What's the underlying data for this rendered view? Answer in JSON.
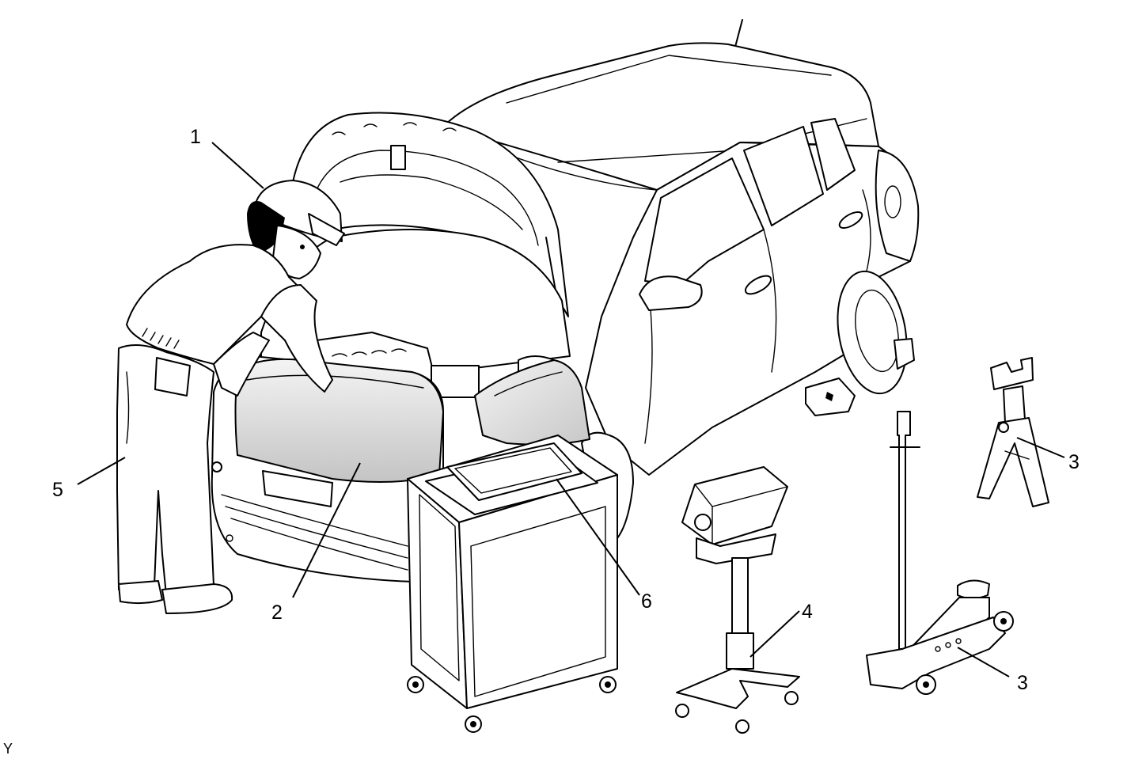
{
  "callouts": [
    {
      "id": "1",
      "label": "1"
    },
    {
      "id": "2",
      "label": "2"
    },
    {
      "id": "3a",
      "label": "3"
    },
    {
      "id": "3b",
      "label": "3"
    },
    {
      "id": "4",
      "label": "4"
    },
    {
      "id": "5",
      "label": "5"
    },
    {
      "id": "6",
      "label": "6"
    }
  ],
  "corner_mark": "Y",
  "colors": {
    "line": "#000000",
    "cover_fill_light": "#f2f2f2",
    "cover_fill_dark": "#c8c8c8",
    "background": "#ffffff"
  }
}
